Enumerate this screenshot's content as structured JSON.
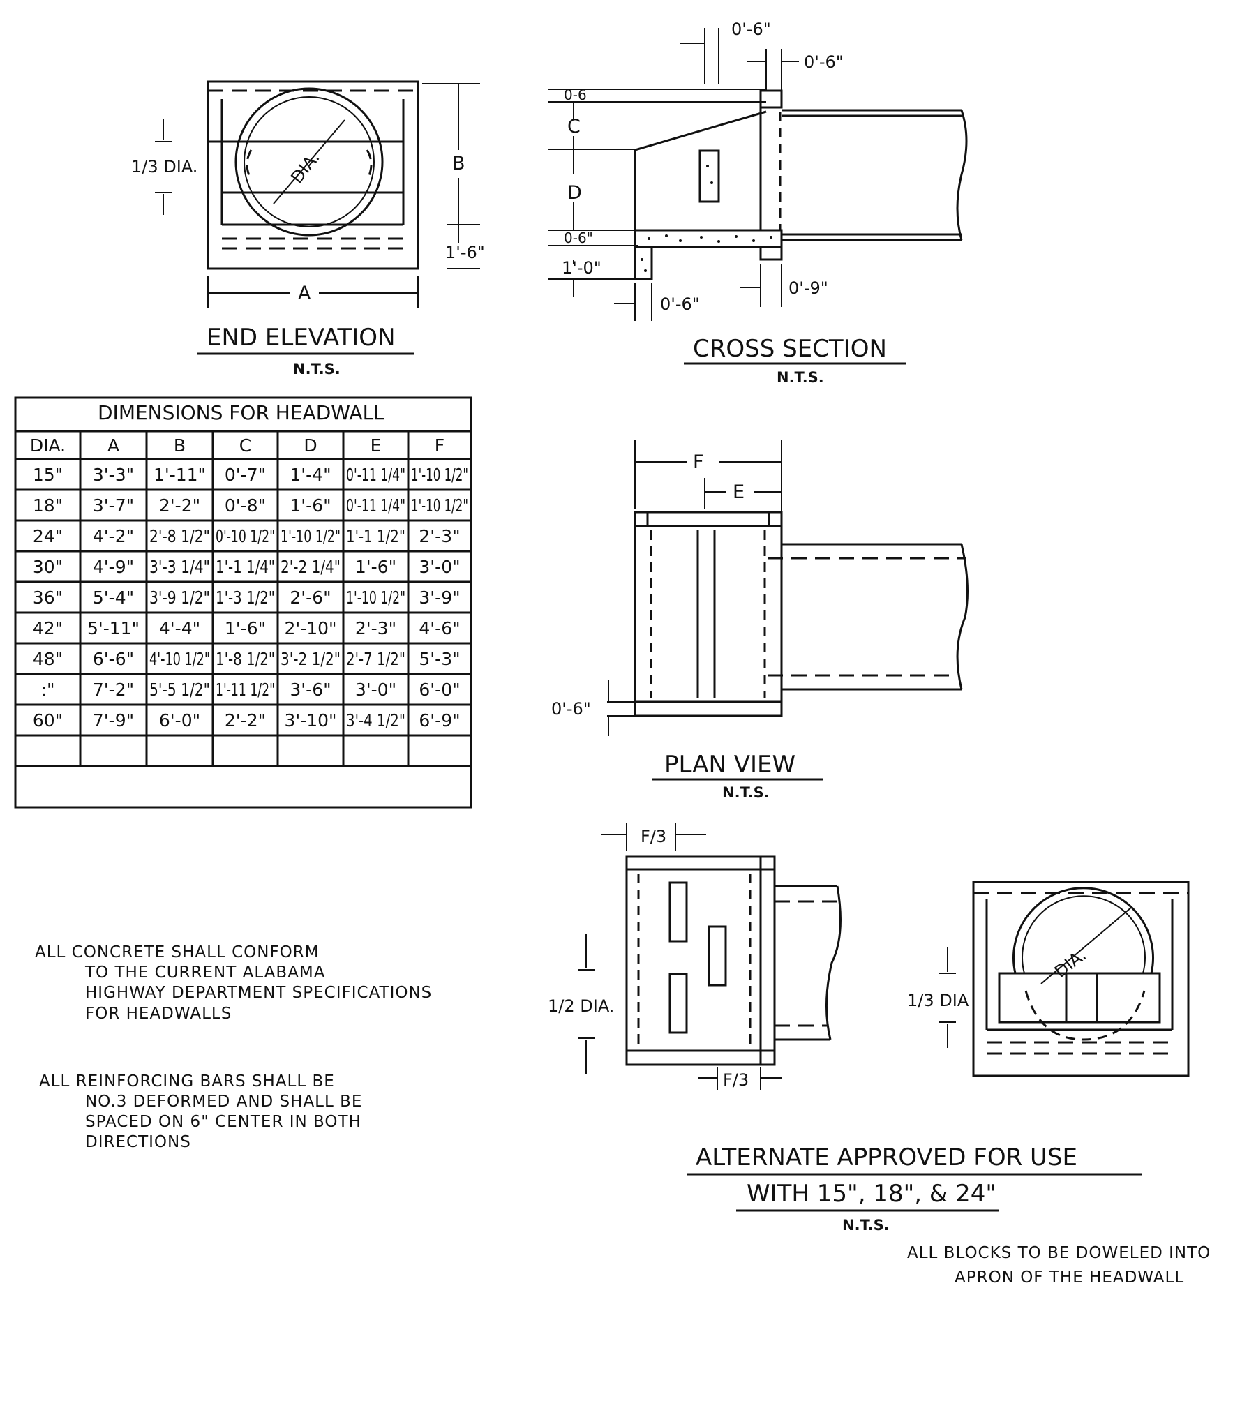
{
  "end_elevation": {
    "title": "END ELEVATION",
    "scale": "N.T.S.",
    "labels": {
      "third_dia": "1/3 DIA.",
      "dia": "DIA.",
      "b": "B",
      "a": "A",
      "apron": "1'-6\""
    }
  },
  "cross_section": {
    "title": "CROSS SECTION",
    "scale": "N.T.S.",
    "labels": {
      "top_06": "0'-6\"",
      "right_06": "0'-6\"",
      "left_06_top": "0-6",
      "c": "C",
      "d": "D",
      "left_06_bottom": "0-6\"",
      "left_10": "1'-0\"",
      "bottom_06": "0'-6\"",
      "bottom_09": "0'-9\""
    }
  },
  "headwall_table": {
    "title": "DIMENSIONS FOR HEADWALL",
    "columns": [
      "DIA.",
      "A",
      "B",
      "C",
      "D",
      "E",
      "F"
    ],
    "rows": [
      [
        "15\"",
        "3'-3\"",
        "1'-11\"",
        "0'-7\"",
        "1'-4\"",
        "0'-11 1/4\"",
        "1'-10 1/2\""
      ],
      [
        "18\"",
        "3'-7\"",
        "2'-2\"",
        "0'-8\"",
        "1'-6\"",
        "0'-11 1/4\"",
        "1'-10 1/2\""
      ],
      [
        "24\"",
        "4'-2\"",
        "2'-8 1/2\"",
        "0'-10 1/2\"",
        "1'-10 1/2\"",
        "1'-1 1/2\"",
        "2'-3\""
      ],
      [
        "30\"",
        "4'-9\"",
        "3'-3 1/4\"",
        "1'-1 1/4\"",
        "2'-2 1/4\"",
        "1'-6\"",
        "3'-0\""
      ],
      [
        "36\"",
        "5'-4\"",
        "3'-9 1/2\"",
        "1'-3 1/2\"",
        "2'-6\"",
        "1'-10 1/2\"",
        "3'-9\""
      ],
      [
        "42\"",
        "5'-11\"",
        "4'-4\"",
        "1'-6\"",
        "2'-10\"",
        "2'-3\"",
        "4'-6\""
      ],
      [
        "48\"",
        "6'-6\"",
        "4'-10 1/2\"",
        "1'-8 1/2\"",
        "3'-2 1/2\"",
        "2'-7 1/2\"",
        "5'-3\""
      ],
      [
        ":\"",
        "7'-2\"",
        "5'-5 1/2\"",
        "1'-11 1/2\"",
        "3'-6\"",
        "3'-0\"",
        "6'-0\""
      ],
      [
        "60\"",
        "7'-9\"",
        "6'-0\"",
        "2'-2\"",
        "3'-10\"",
        "3'-4 1/2\"",
        "6'-9\""
      ]
    ]
  },
  "plan_view": {
    "title": "PLAN VIEW",
    "scale": "N.T.S.",
    "labels": {
      "f": "F",
      "e": "E",
      "offset": "0'-6\""
    }
  },
  "notes": {
    "concrete": [
      "ALL CONCRETE SHALL CONFORM",
      "TO THE CURRENT ALABAMA",
      "HIGHWAY DEPARTMENT SPECIFICATIONS",
      "FOR HEADWALLS"
    ],
    "reinforcing": [
      "ALL REINFORCING BARS SHALL BE",
      "NO.3 DEFORMED AND SHALL BE",
      "SPACED ON 6\" CENTER IN BOTH",
      "DIRECTIONS"
    ]
  },
  "alternate": {
    "labels": {
      "f3_top": "F/3",
      "f3_bottom": "F/3",
      "half_dia": "1/2 DIA.",
      "third_dia": "1/3 DIA",
      "dia": "DIA."
    },
    "title_line1": "ALTERNATE APPROVED FOR USE",
    "title_line2": "WITH 15\", 18\", & 24\"",
    "scale": "N.T.S.",
    "note": [
      "ALL BLOCKS TO BE DOWELED INTO",
      "APRON OF THE HEADWALL"
    ]
  }
}
